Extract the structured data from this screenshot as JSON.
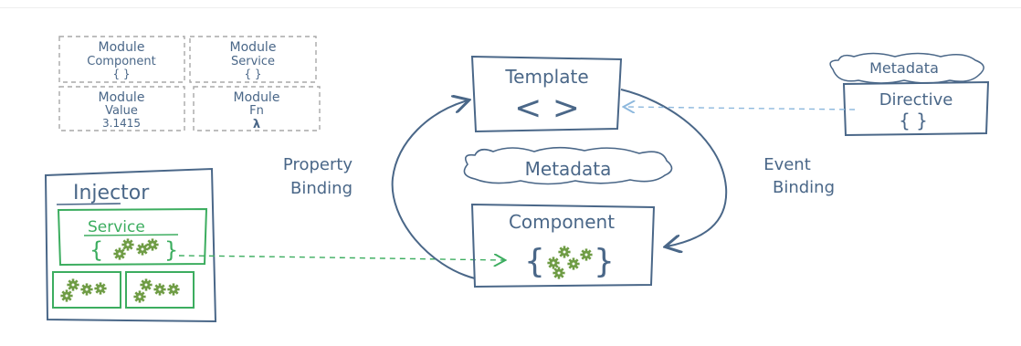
{
  "modules": {
    "component": {
      "title": "Module",
      "sub": "Component",
      "value": "{ }"
    },
    "service": {
      "title": "Module",
      "sub": "Service",
      "value": "{ }"
    },
    "value": {
      "title": "Module",
      "sub": "Value",
      "value": "3.1415"
    },
    "fn": {
      "title": "Module",
      "sub": "Fn",
      "value": "λ"
    }
  },
  "injector": {
    "title": "Injector",
    "service_label": "Service",
    "service_braces_open": "{",
    "service_braces_close": "}"
  },
  "template": {
    "title": "Template",
    "symbol": "< >"
  },
  "component": {
    "title": "Component",
    "braces_open": "{",
    "braces_close": "}"
  },
  "center_metadata": "Metadata",
  "directive": {
    "metadata": "Metadata",
    "title": "Directive",
    "braces": "{ }"
  },
  "property_binding": {
    "line1": "Property",
    "line2": "Binding"
  },
  "event_binding": {
    "line1": "Event",
    "line2": "Binding"
  },
  "colors": {
    "ink": "#4a6788",
    "dashed_gray": "#a8a8a8",
    "green": "#3cad5f",
    "gear": "#6f9c45",
    "arrow_dashed": "#8db8dd"
  }
}
